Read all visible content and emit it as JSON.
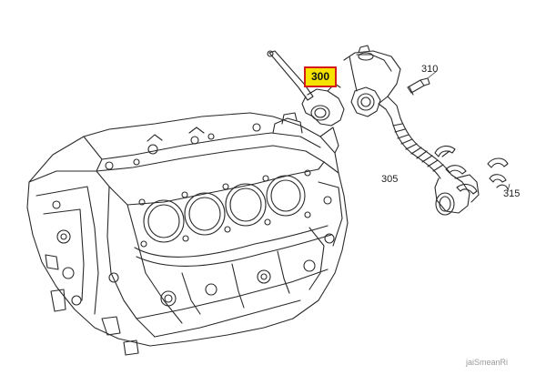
{
  "callouts": {
    "part_300": "300",
    "part_305": "305",
    "part_310": "310",
    "part_315": "315"
  },
  "highlight": {
    "fill": "#f5e200",
    "border": "#d41c1c"
  },
  "watermark": "jaiSmeanRi",
  "icons": [
    "engine-block-drawing",
    "crankcase-vent-pipe-drawing",
    "oil-separator-drawing",
    "hose-clamp-drawing",
    "bolt-drawing"
  ]
}
